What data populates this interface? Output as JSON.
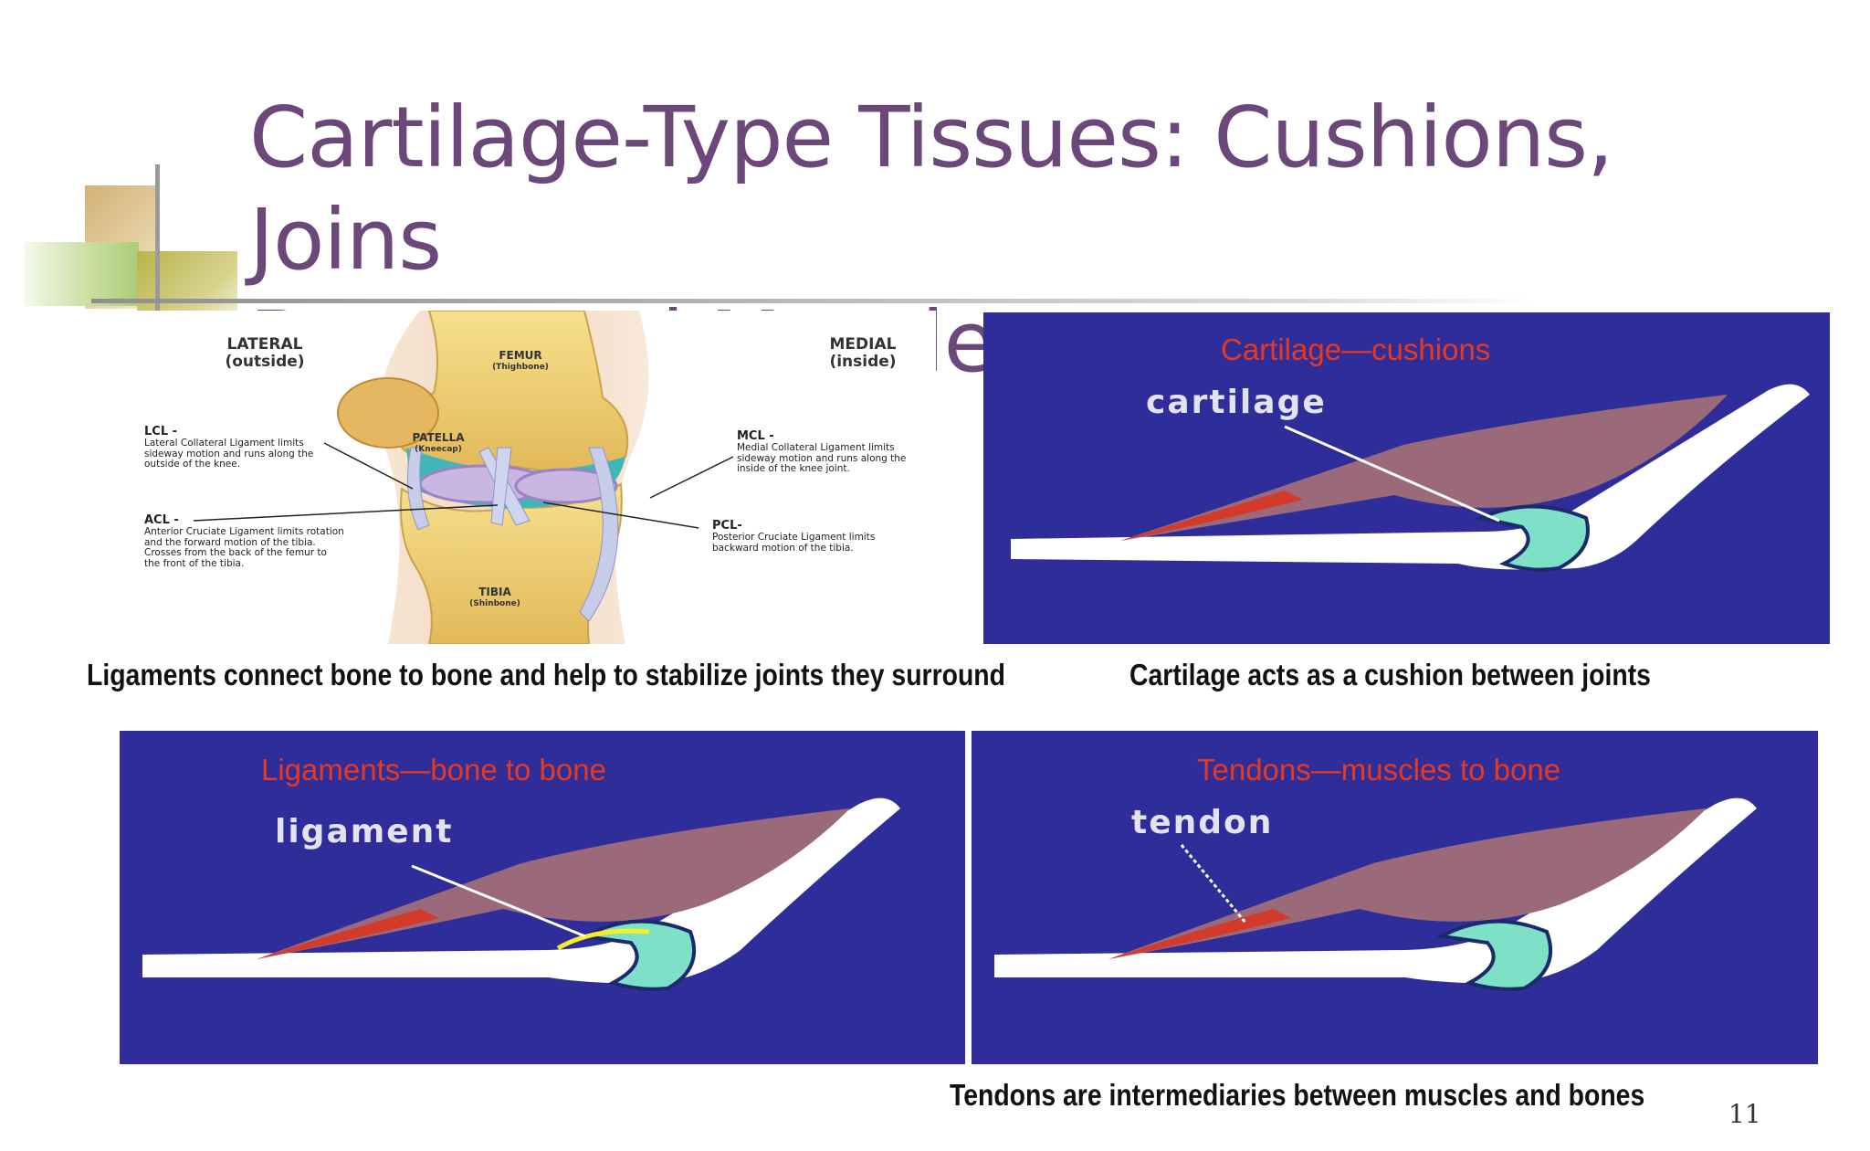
{
  "slide": {
    "title_line1": "Cartilage-Type Tissues: Cushions, Joins",
    "title_line2": "Bones and Muscles",
    "page_number": "11"
  },
  "knee": {
    "lateral": "LATERAL",
    "lateral_sub": "(outside)",
    "medial": "MEDIAL",
    "medial_sub": "(inside)",
    "femur": "FEMUR",
    "femur_sub": "(Thighbone)",
    "patella": "PATELLA",
    "patella_sub": "(Kneecap)",
    "tibia": "TIBIA",
    "tibia_sub": "(Shinbone)",
    "lcl_title": "LCL -",
    "lcl_text": "Lateral Collateral Ligament limits sideway motion and runs along the outside of the knee.",
    "acl_title": "ACL -",
    "acl_text": "Anterior Cruciate Ligament limits rotation and the forward motion of the tibia. Crosses from the back of the femur to the front of the tibia.",
    "mcl_title": "MCL -",
    "mcl_text": "Medial Collateral Ligament limits sideway motion and runs along the inside of the knee joint.",
    "pcl_title": "PCL-",
    "pcl_text": "Posterior Cruciate Ligament limits backward motion of the tibia."
  },
  "panels": {
    "cartilage": {
      "heading": "Cartilage—cushions",
      "term": "cartilage"
    },
    "ligaments": {
      "heading": "Ligaments—bone to bone",
      "term": "ligament"
    },
    "tendons": {
      "heading": "Tendons—muscles to bone",
      "term": "tendon"
    }
  },
  "captions": {
    "ligaments": "Ligaments connect bone to bone and help to stabilize joints they surround",
    "cartilage": "Cartilage acts as a cushion between joints",
    "tendons": "Tendons are intermediaries between muscles and bones"
  },
  "colors": {
    "title": "#6b477a",
    "panel_background": "#2f2d9a",
    "panel_heading": "#e8391f"
  }
}
